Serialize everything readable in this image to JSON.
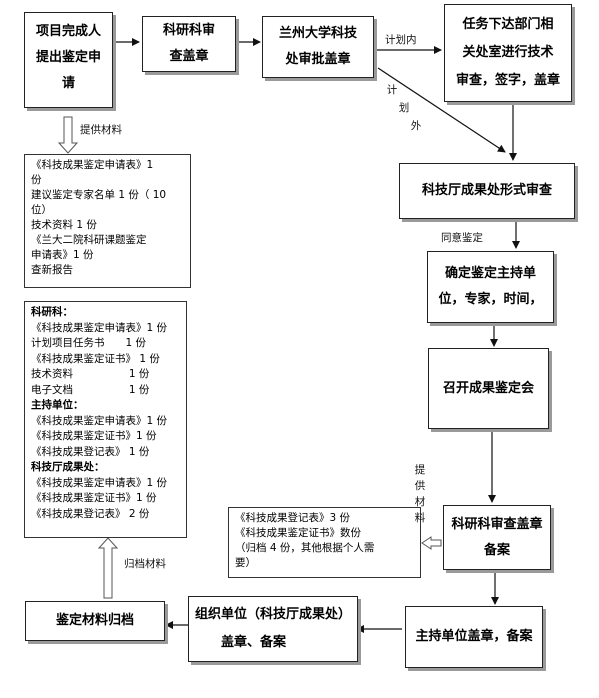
{
  "nodes": {
    "submit": [
      "项目完成人",
      "提出鉴定申",
      "请"
    ],
    "research_stamp": [
      "科研科审",
      "查盖章"
    ],
    "univ_stamp": [
      "兰州大学科技",
      "处审批盖章"
    ],
    "dept_review": [
      "任务下达部门相",
      "关处室进行技术",
      "审查，签字，盖章"
    ],
    "form_review": [
      "科技厅成果处形式审查"
    ],
    "confirm": [
      "确定鉴定主持单",
      "位，专家，时间，"
    ],
    "meeting": [
      "召开成果鉴定会"
    ],
    "research_file": [
      "科研科审查盖章",
      "备案"
    ],
    "host_stamp": [
      "主持单位盖章，备案"
    ],
    "org_stamp": [
      "组织单位（科技厅成果处）",
      "盖章、备案"
    ],
    "archive": [
      "鉴定材料归档"
    ]
  },
  "materials1": [
    "《科技成果鉴定申请表》1",
    "份",
    "建议鉴定专家名单 1 份（ 10",
    "位）",
    "技术资料 1 份",
    "《兰大二院科研课题鉴定",
    "申请表》1 份",
    "查新报告"
  ],
  "materials2": {
    "kyk_head": "科研科：",
    "kyk": [
      "《科技成果鉴定申请表》1 份",
      "计划项目任务书　　1 份",
      "《科技成果鉴定证书》 1 份",
      "技术资料　　　　　 1 份",
      "电子文档　　　　　 1 份"
    ],
    "host_head": "主持单位：",
    "host": [
      "《科技成果鉴定申请表》1 份",
      "《科技成果鉴定证书》1 份",
      "《科技成果登记表》 1 份"
    ],
    "hall_head": "科技厅成果处：",
    "hall": [
      "《科技成果鉴定申请表》1 份",
      "《科技成果鉴定证书》1 份",
      "《科技成果登记表》 2 份"
    ]
  },
  "materials3": [
    "《科技成果登记表》3 份",
    "《科技成果鉴定证书》数份",
    "（归档 4 份，其他根据个人需",
    "要）"
  ],
  "labels": {
    "in_plan": "计划内",
    "out_plan": [
      "计",
      "划",
      "外"
    ],
    "provide": "提供材料",
    "agree": "同意鉴定",
    "provide_v": [
      "提",
      "供",
      "材",
      "料"
    ],
    "archive_mat": "归档材料"
  }
}
